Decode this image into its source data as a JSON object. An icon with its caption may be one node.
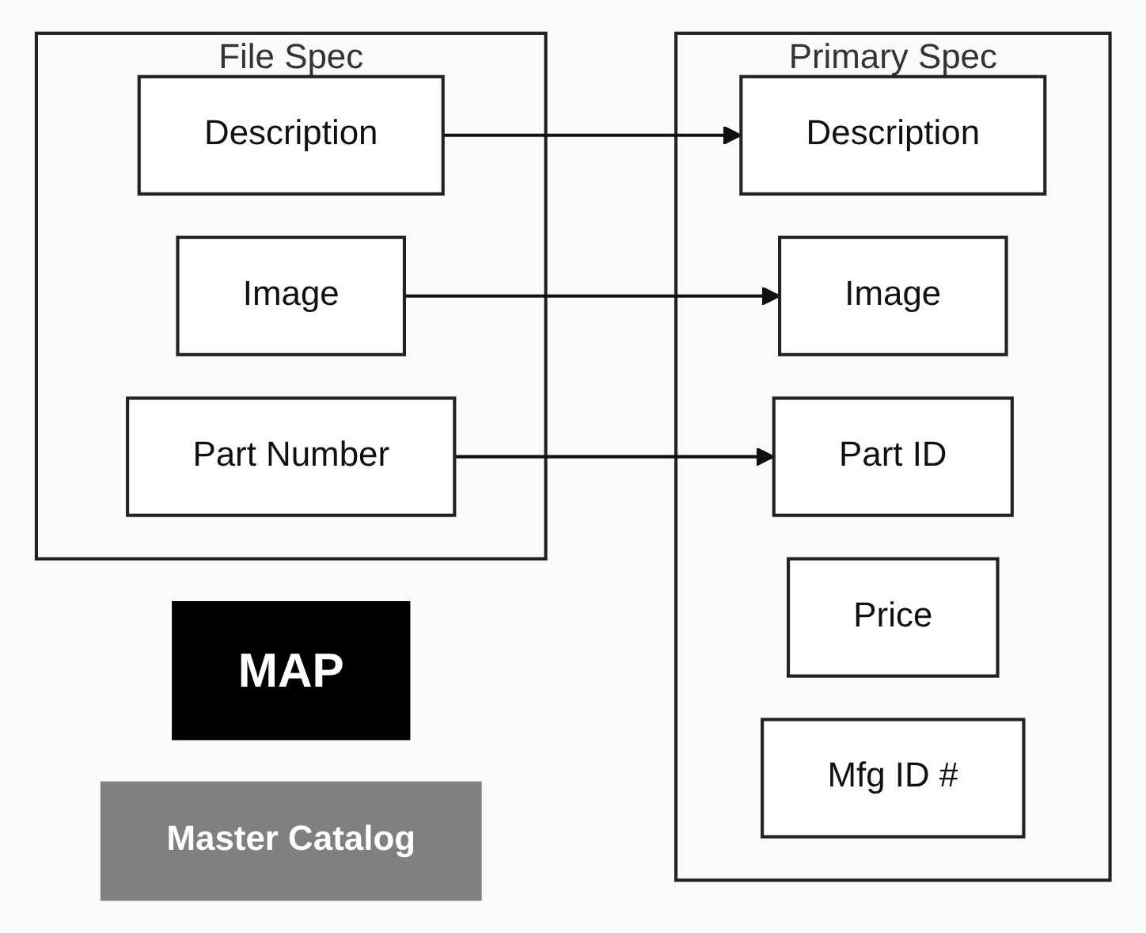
{
  "diagram": {
    "nodes": [
      {
        "text": [
          "File Spec"
        ]
      },
      {
        "text": [
          "Part Number"
        ],
        "in": 0
      },
      {
        "text": [
          "Description"
        ],
        "in": 0
      },
      {
        "text": [
          "Image"
        ],
        "in": 0
      },
      {
        "text": [
          "MAP"
        ]
      },
      {
        "text": [
          "Master Catalog"
        ]
      },
      {
        "text": [
          "Primary Spec"
        ]
      },
      {
        "text": [
          "Description"
        ],
        "in": 6
      },
      {
        "text": [
          "Image"
        ],
        "in": 6
      },
      {
        "text": [
          "Part ID"
        ],
        "in": 6
      },
      {
        "text": [
          "Price"
        ],
        "in": 6
      },
      {
        "text": [
          "Mfg ID #"
        ],
        "in": 6
      }
    ],
    "edges": [
      {
        "from": 1,
        "to": 9,
        "arrow": "to"
      },
      {
        "from": 2,
        "to": 7,
        "arrow": "to"
      },
      {
        "from": 3,
        "to": 8,
        "arrow": "to"
      }
    ]
  }
}
